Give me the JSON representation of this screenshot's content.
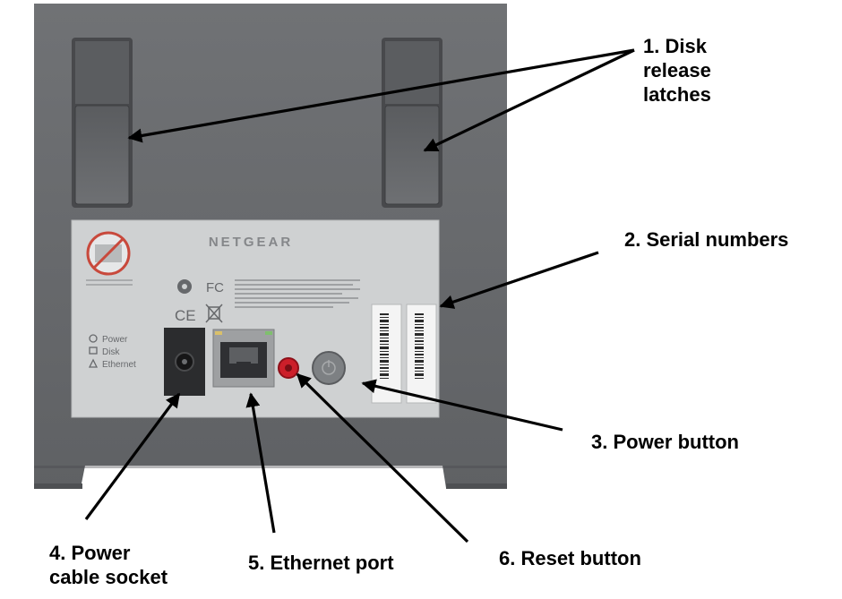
{
  "callouts": {
    "disk_latches": "1. Disk\nrelease\nlatches",
    "serial_numbers": "2. Serial numbers",
    "power_button": "3. Power button",
    "power_socket": "4. Power\ncable socket",
    "ethernet_port": "5. Ethernet port",
    "reset_button": "6. Reset button"
  },
  "device": {
    "brand": "NETGEAR",
    "led_labels": [
      "Power",
      "Disk",
      "Ethernet"
    ],
    "compliance_marks": [
      "FC",
      "CE"
    ]
  },
  "colors": {
    "housing": "#6b6d70",
    "housing_dark": "#55575a",
    "label_plate": "#cfd1d2",
    "reset_red": "#cc1f2a",
    "arrow": "#000000"
  }
}
